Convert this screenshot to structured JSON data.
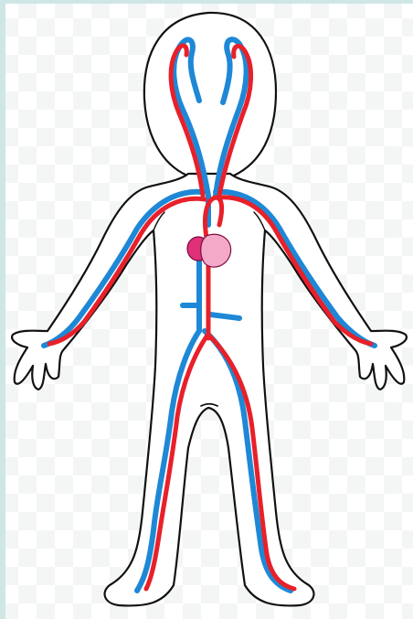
{
  "colors": {
    "background": "#ffffff",
    "frame": "#cfe6e6",
    "outline": "#111111",
    "artery": "#e8202a",
    "vein": "#1e88d6",
    "heart_right": "#e0307a",
    "heart_left": "#f4a9c8"
  },
  "figure": {
    "subject": "human-circulatory-system",
    "vessels": [
      "artery",
      "vein"
    ],
    "organs": [
      "heart"
    ]
  }
}
